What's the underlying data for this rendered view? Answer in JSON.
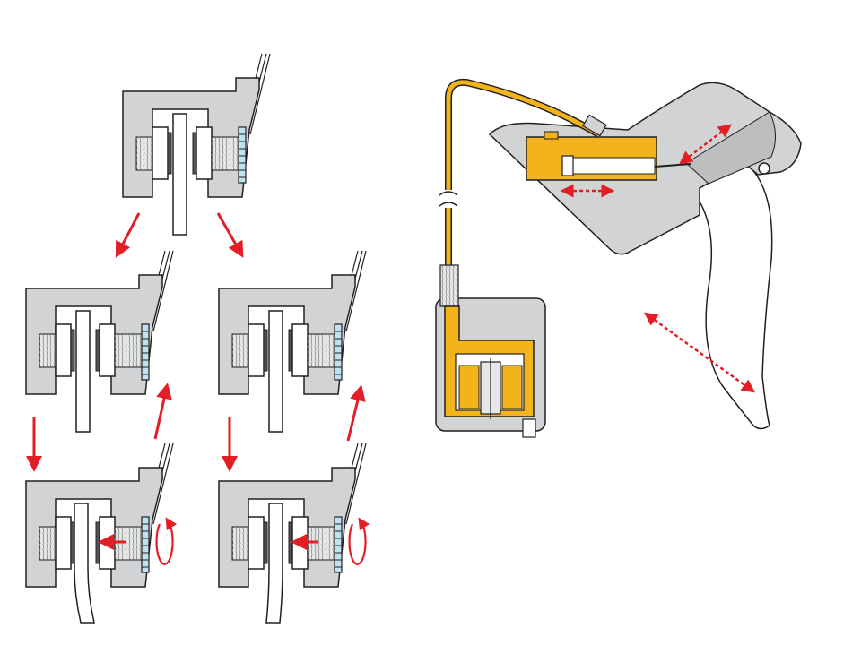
{
  "colors": {
    "body": "#d1d3d4",
    "outline": "#231f20",
    "arrow": "#e21f26",
    "hydraulic": "#f3b31b",
    "adjuster": "#bfe3ee"
  },
  "panels": [
    {
      "id": "caliper-initial"
    },
    {
      "id": "caliper-step-left"
    },
    {
      "id": "caliper-step-right"
    },
    {
      "id": "caliper-adjust-left"
    },
    {
      "id": "caliper-adjust-right"
    },
    {
      "id": "hydraulic-lever-system"
    }
  ]
}
